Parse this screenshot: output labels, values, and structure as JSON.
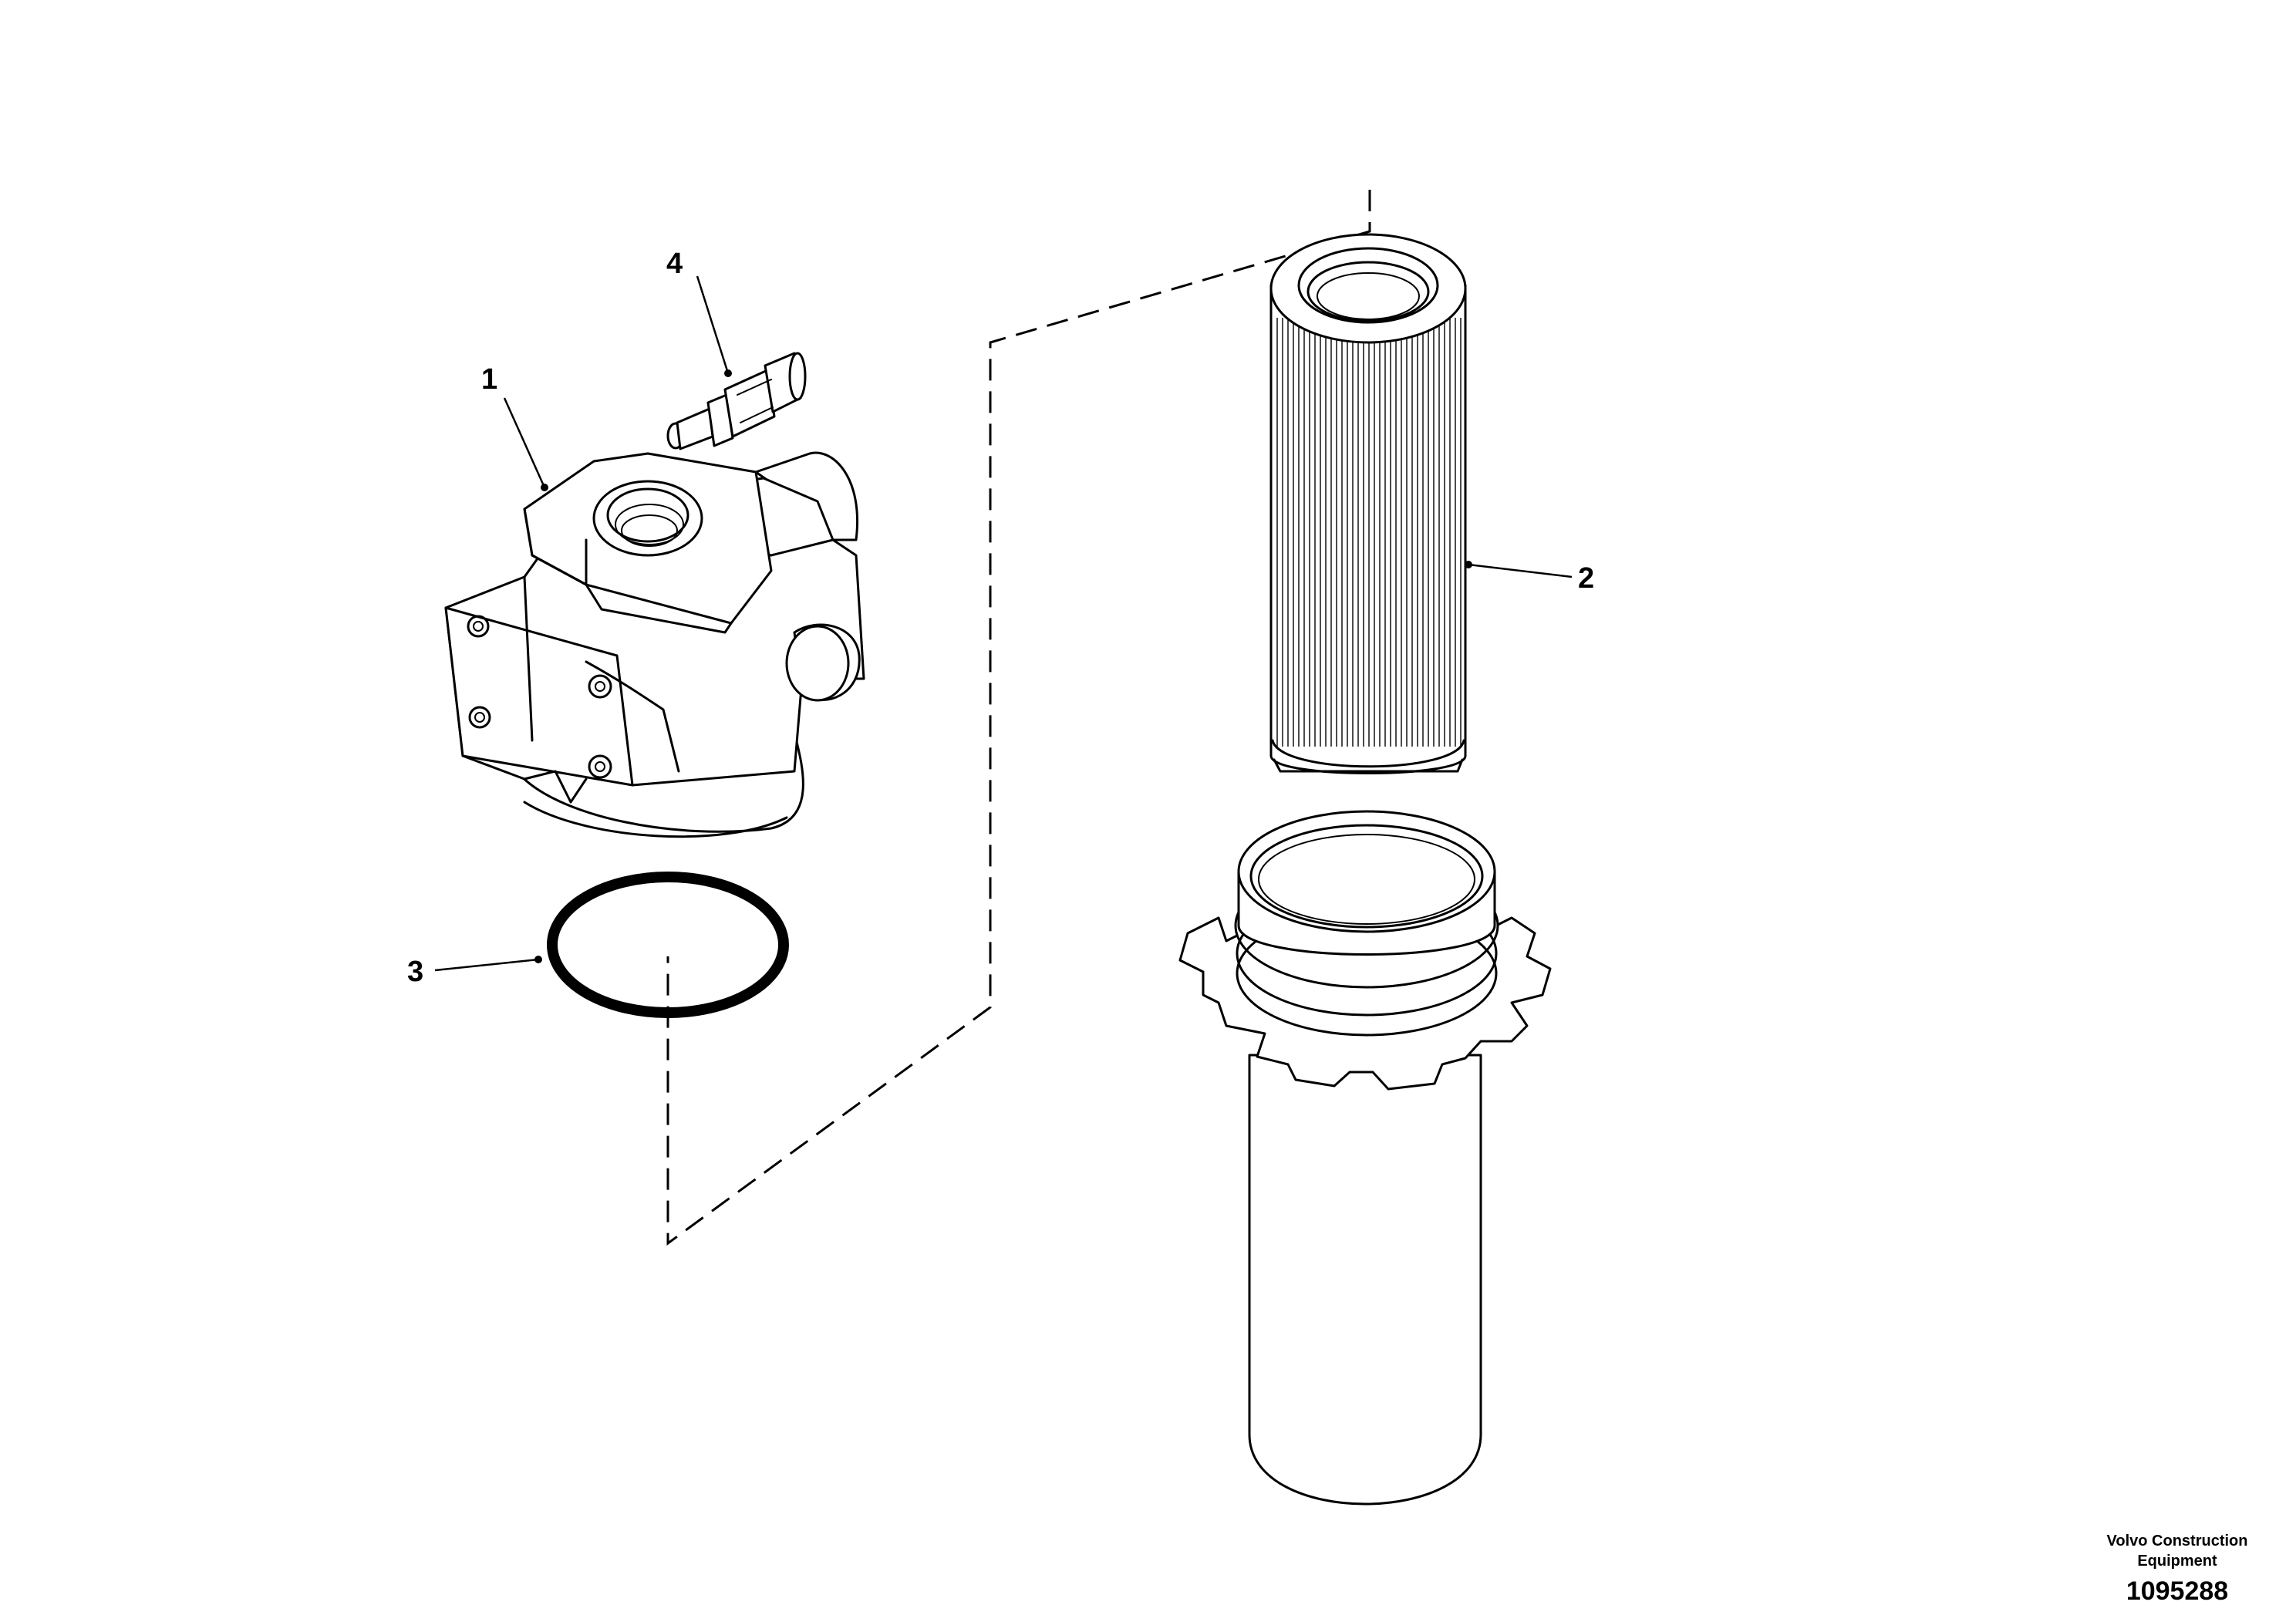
{
  "callouts": {
    "c1": "1",
    "c2": "2",
    "c3": "3",
    "c4": "4"
  },
  "brand": {
    "line1": "Volvo Construction",
    "line2": "Equipment"
  },
  "drawing_number": "1095288",
  "colors": {
    "ink": "#000000",
    "paper": "#ffffff"
  }
}
